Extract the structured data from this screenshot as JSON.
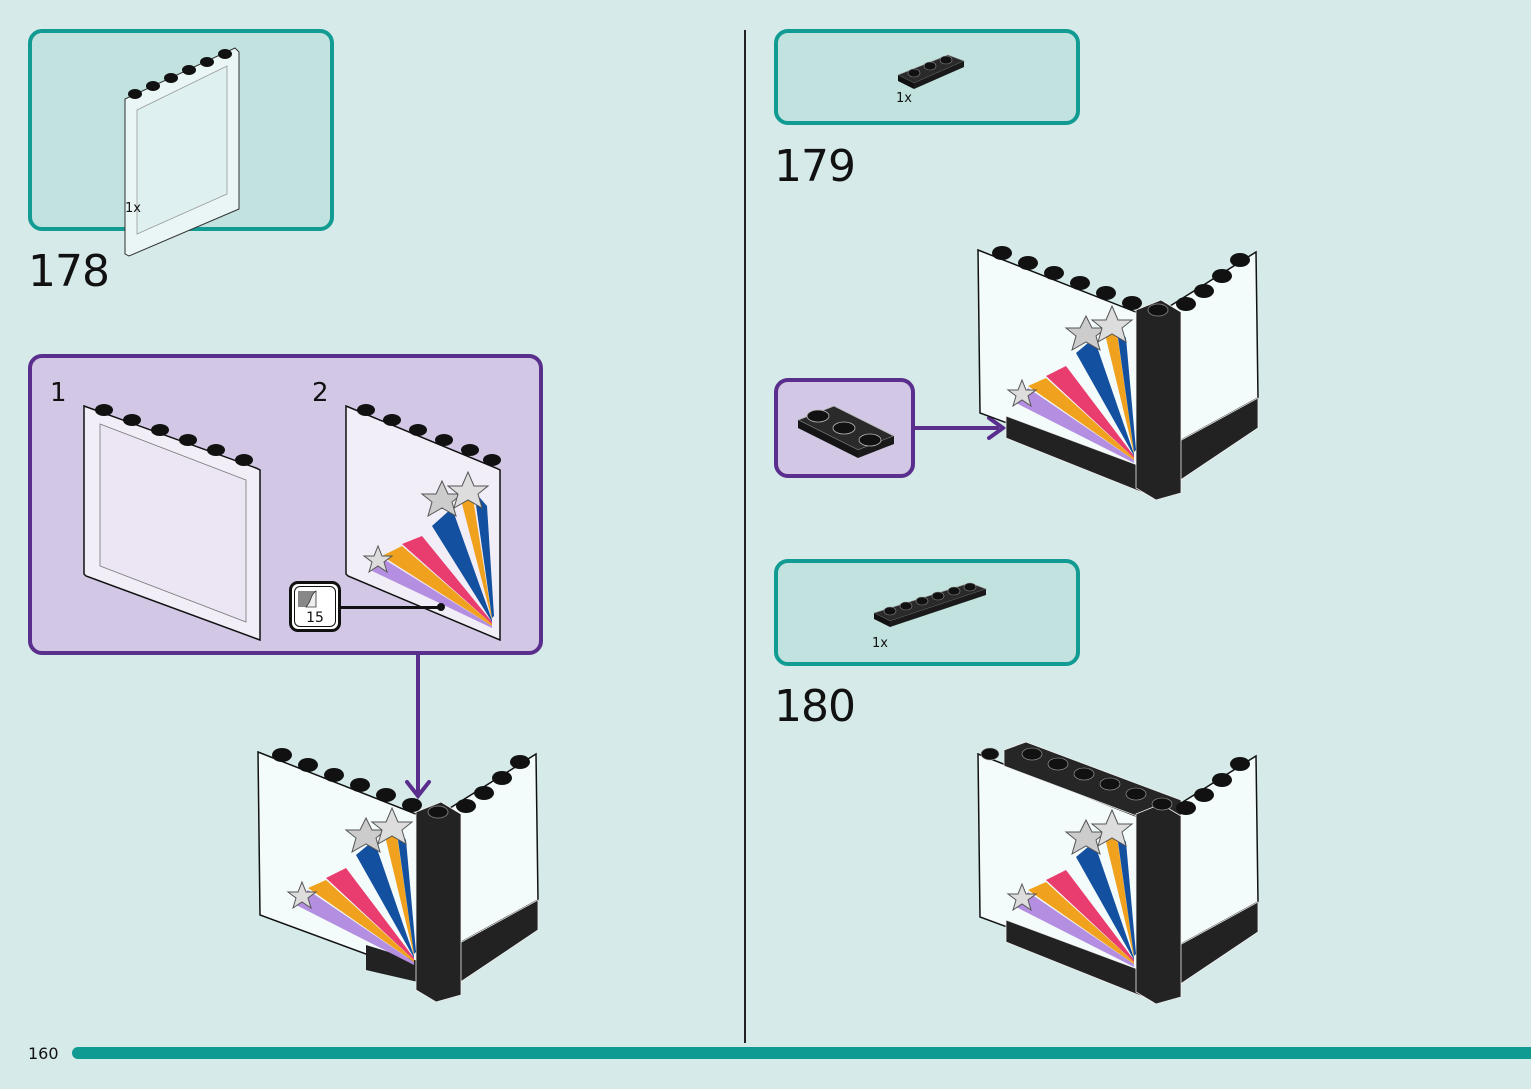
{
  "page": {
    "number": "160",
    "background_color": "#d6eaea",
    "accent_color": "#119b92",
    "substep_color": "#5a2e8c"
  },
  "steps": [
    {
      "number": "178",
      "parts": [
        {
          "name": "1x6x5 transparent panel",
          "quantity": "1x"
        }
      ],
      "substeps": [
        {
          "number": "1",
          "description": "transparent panel"
        },
        {
          "number": "2",
          "description": "panel with star sticker applied"
        }
      ],
      "sticker": {
        "number": "15"
      }
    },
    {
      "number": "179",
      "parts": [
        {
          "name": "1x3 black plate",
          "quantity": "1x"
        }
      ],
      "callout_part": "1x3 black plate"
    },
    {
      "number": "180",
      "parts": [
        {
          "name": "1x6 black plate",
          "quantity": "1x"
        }
      ]
    }
  ]
}
